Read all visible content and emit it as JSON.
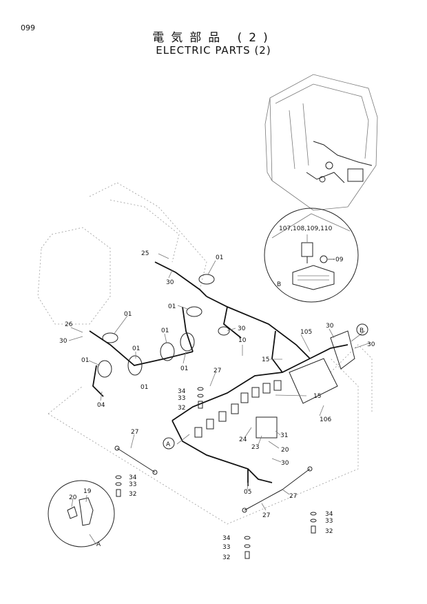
{
  "page_number": "099",
  "title_jp": "電気部品 (2)",
  "title_en": "ELECTRIC PARTS (2)",
  "detail_labels": {
    "a": "A",
    "b": "B"
  },
  "inset_b_parts": "107,108,109,110",
  "callouts": {
    "c01": "01",
    "c04": "04",
    "c05": "05",
    "c09": "09",
    "c10": "10",
    "c15": "15",
    "c19": "19",
    "c20": "20",
    "c23": "23",
    "c24": "24",
    "c25": "25",
    "c26": "26",
    "c27": "27",
    "c30": "30",
    "c31": "31",
    "c32": "32",
    "c33": "33",
    "c34": "34",
    "c105": "105",
    "c106": "106"
  }
}
